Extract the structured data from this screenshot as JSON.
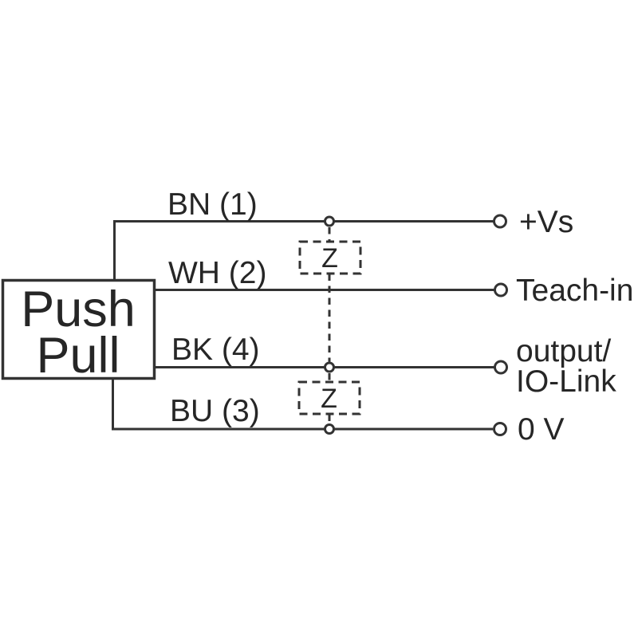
{
  "colors": {
    "background": "#ffffff",
    "line": "#333333",
    "text": "#262626"
  },
  "device": {
    "label_line1": "Push",
    "label_line2": "Pull"
  },
  "wires": {
    "bn": {
      "label": "BN (1)",
      "terminal": "+Vs"
    },
    "wh": {
      "label": "WH (2)",
      "terminal": "Teach-in"
    },
    "bk": {
      "label": "BK (4)",
      "terminal_line1": "output/",
      "terminal_line2": "IO-Link"
    },
    "bu": {
      "label": "BU (3)",
      "terminal": "0 V"
    }
  },
  "suppressors": {
    "zener_top": "Z",
    "zener_bottom": "Z"
  }
}
